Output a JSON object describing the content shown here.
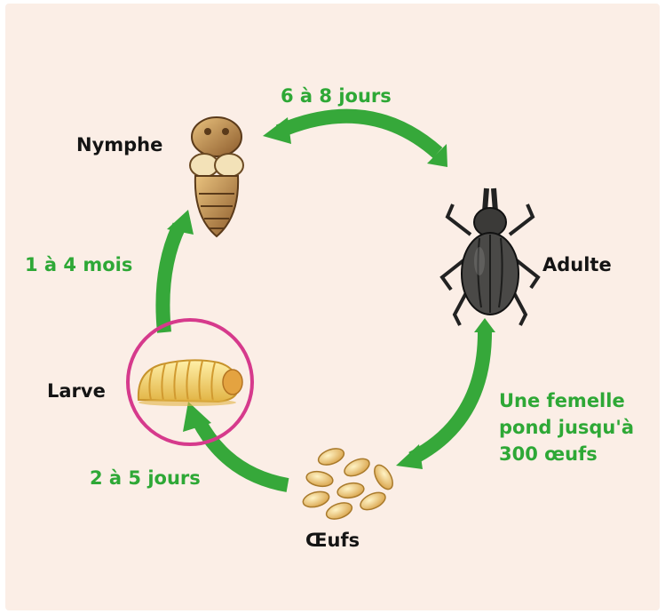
{
  "stages": {
    "nymphe": "Nymphe",
    "adulte": "Adulte",
    "oeufs": "Œufs",
    "larve": "Larve"
  },
  "durations": {
    "nymphe_to_adulte": "6 à 8 jours",
    "larve_to_nymphe": "1 à 4 mois",
    "oeufs_to_larve": "2 à 5 jours"
  },
  "note": {
    "line1": "Une femelle",
    "line2": "pond jusqu'à",
    "line3": "300 œufs"
  },
  "icons": [
    "pupa-icon",
    "weevil-icon",
    "eggs-icon",
    "larva-icon"
  ],
  "colors": {
    "background": "#fbeee6",
    "arrow": "#36a83a",
    "duration_text": "#2ea836",
    "highlight_circle": "#d63a8c"
  }
}
